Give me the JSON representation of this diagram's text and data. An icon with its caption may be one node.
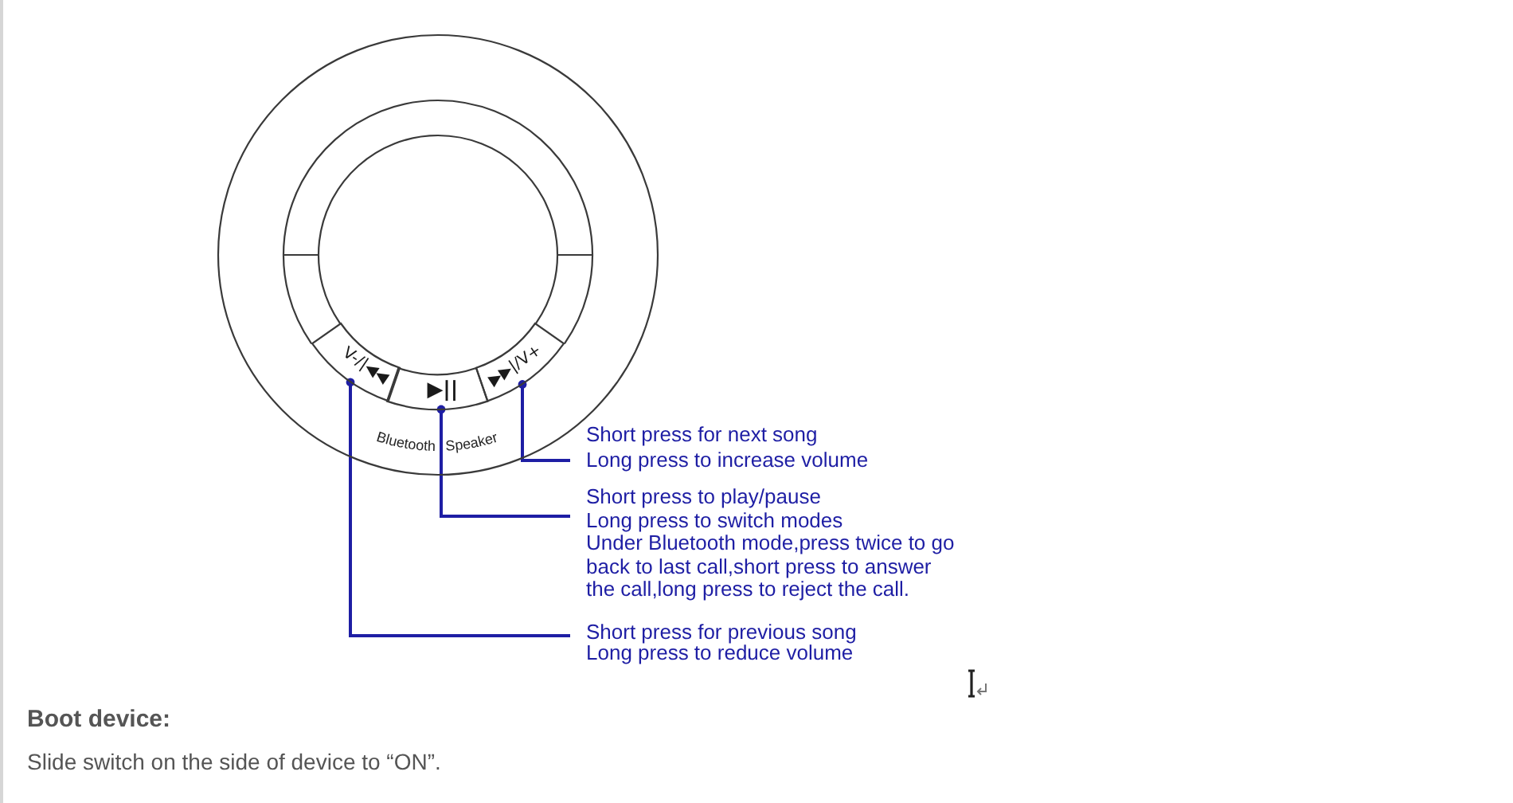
{
  "diagram": {
    "nodes": [
      {
        "text": [
          "Bluetooth Speaker"
        ]
      },
      {
        "text": [
          "V-/|◀◀"
        ],
        "in": 0
      },
      {
        "text": [
          "▶||"
        ],
        "in": 0
      },
      {
        "text": [
          "▶▶|/V+"
        ],
        "in": 0
      },
      {
        "text": [
          "Short press for next song",
          "Long press to increase volume"
        ]
      },
      {
        "text": [
          "Short press to play/pause",
          "Long press to switch modes",
          "Under Bluetooth mode,press twice to go back to last call,short press to answer the call,long press to reject the call."
        ]
      },
      {
        "text": [
          "Short press for previous song",
          "Long press to reduce volume"
        ]
      }
    ],
    "edges": [
      {
        "from": 4,
        "to": 3,
        "arrow": "other"
      },
      {
        "from": 5,
        "to": 2,
        "arrow": "other"
      },
      {
        "from": 6,
        "to": 1,
        "arrow": "other"
      }
    ],
    "labels": [
      "Boot device:",
      "Slide switch on the side of device to “ON”."
    ]
  }
}
